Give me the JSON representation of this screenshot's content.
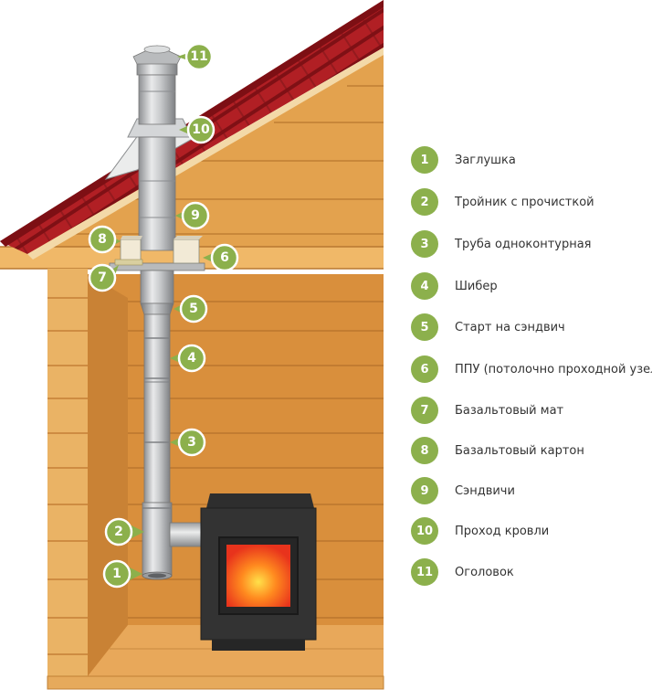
{
  "colors": {
    "accent": "#8cb04c",
    "roof": "#b11f24",
    "wood": "#e0a04a",
    "text": "#333333"
  },
  "legend": {
    "items": [
      {
        "num": "1",
        "label": "Заглушка"
      },
      {
        "num": "2",
        "label": "Тройник с прочисткой"
      },
      {
        "num": "3",
        "label": "Труба одноконтурная"
      },
      {
        "num": "4",
        "label": "Шибер"
      },
      {
        "num": "5",
        "label": "Старт на сэндвич"
      },
      {
        "num": "6",
        "label": "ППУ (потолочно проходной узел)"
      },
      {
        "num": "7",
        "label": "Базальтовый мат"
      },
      {
        "num": "8",
        "label": "Базальтовый картон"
      },
      {
        "num": "9",
        "label": "Сэндвичи"
      },
      {
        "num": "10",
        "label": "Проход кровли"
      },
      {
        "num": "11",
        "label": "Оголовок"
      }
    ]
  },
  "callouts": {
    "c1": "1",
    "c2": "2",
    "c3": "3",
    "c4": "4",
    "c5": "5",
    "c6": "6",
    "c7": "7",
    "c8": "8",
    "c9": "9",
    "c10": "10",
    "c11": "11"
  }
}
